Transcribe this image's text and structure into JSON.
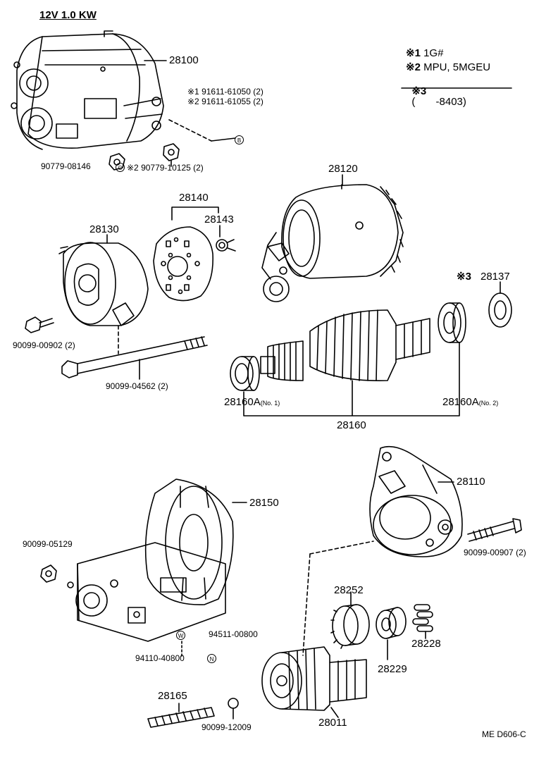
{
  "header": {
    "spec": "12V 1.0 KW"
  },
  "notes": [
    {
      "mark": "※1",
      "text": "1G#"
    },
    {
      "mark": "※2",
      "text": "MPU, 5MGEU"
    },
    {
      "mark": "※3",
      "text": "(       -8403)"
    }
  ],
  "parts": {
    "p28100": "28100",
    "p91611_1": "※1  91611-61050 (2)",
    "p91611_2": "※2  91611-61055 (2)",
    "b_mark": "B",
    "c_mark": "C",
    "p90779_08146": "90779-08146",
    "p90779_10125": "※2 90779-10125 (2)",
    "p28120": "28120",
    "p28140": "28140",
    "p28143": "28143",
    "p28130": "28130",
    "p28137_mark": "※3",
    "p28137": "28137",
    "p90099_00902": "90099-00902 (2)",
    "p90099_04562": "90099-04562 (2)",
    "p28160A_1": "28160A",
    "p28160A_1_sub": "(No. 1)",
    "p28160A_2": "28160A",
    "p28160A_2_sub": "(No. 2)",
    "p28160": "28160",
    "p28110": "28110",
    "p28150": "28150",
    "p90099_05129": "90099-05129",
    "p90099_00907": "90099-00907 (2)",
    "p28252": "28252",
    "p28228": "28228",
    "p28229": "28229",
    "p94511_00800": "94511-00800",
    "w_mark": "W",
    "p94110_40800": "94110-40800",
    "n_mark": "N",
    "p28165": "28165",
    "p90099_12009": "90099-12009",
    "p28011": "28011"
  },
  "footer": {
    "code": "ME  D606-C"
  }
}
